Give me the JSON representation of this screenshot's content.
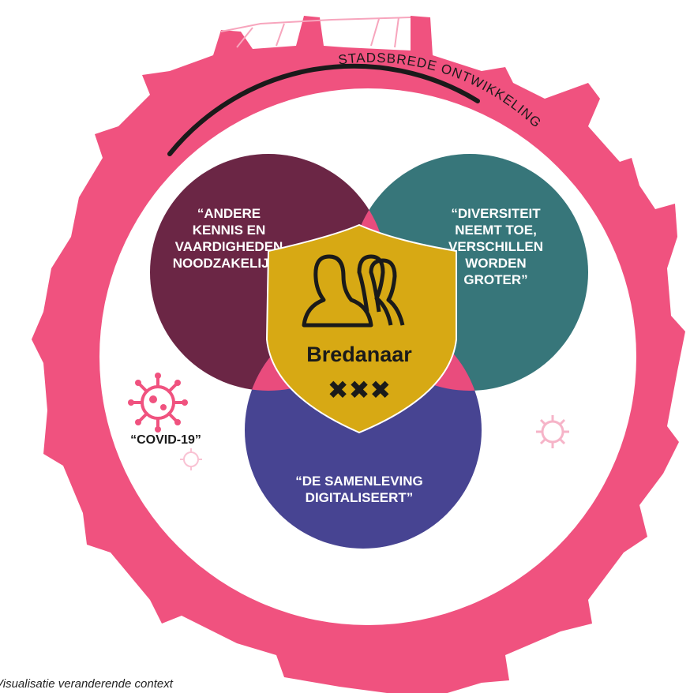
{
  "arc_label": "STADSBREDE ONTWIKKELING",
  "circles": {
    "left": {
      "lines": [
        "“ANDERE",
        "KENNIS EN",
        "VAARDIGHEDEN",
        "NOODZAKELIJK”"
      ],
      "color": "#6b2645"
    },
    "right": {
      "lines": [
        "“DIVERSITEIT",
        "NEEMT TOE,",
        "VERSCHILLEN",
        "WORDEN",
        "GROTER”"
      ],
      "color": "#37767a"
    },
    "bottom": {
      "lines": [
        "“DE SAMENLEVING",
        "DIGITALISEERT”"
      ],
      "color": "#474492"
    }
  },
  "overlap_color": "#e94c7d",
  "ring_color": "#f0527f",
  "shield": {
    "title": "Bredanaar",
    "mark": "✖✖✖",
    "color": "#d7a914"
  },
  "virus": {
    "label": "“COVID-19”"
  },
  "caption": "Visualisatie veranderende context"
}
